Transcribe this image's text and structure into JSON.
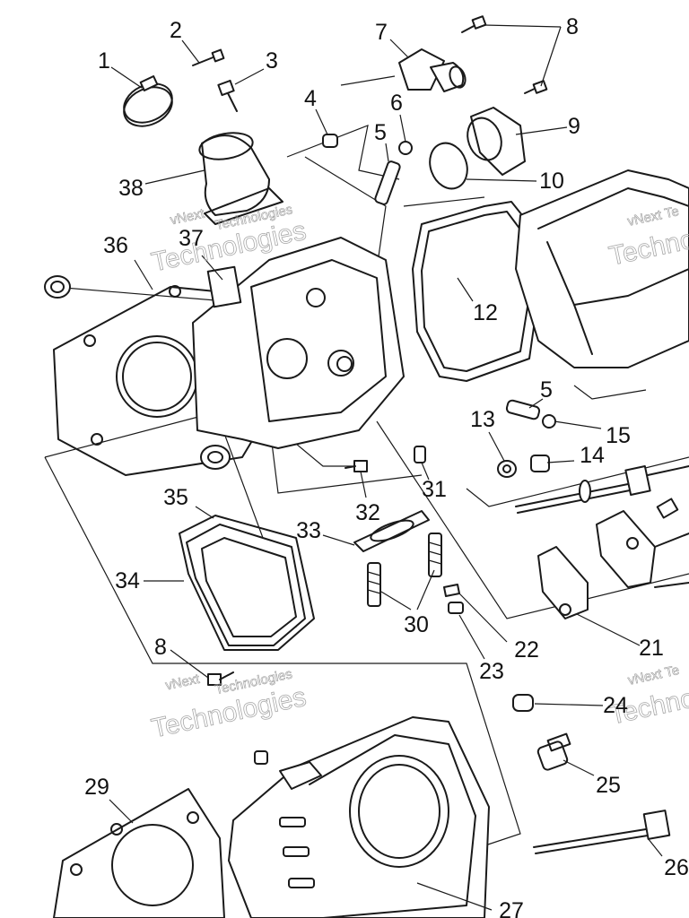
{
  "watermark": {
    "line1": "vNext",
    "line2": "Technologies",
    "brand_short": "vNext Te",
    "brand_tail": "Technol"
  },
  "callouts": [
    "1",
    "2",
    "3",
    "4",
    "5",
    "6",
    "7",
    "8",
    "9",
    "10",
    "12",
    "36",
    "37",
    "38",
    "5",
    "13",
    "15",
    "14",
    "31",
    "32",
    "35",
    "33",
    "34",
    "30",
    "8",
    "22",
    "23",
    "21",
    "24",
    "25",
    "29",
    "26",
    "27"
  ]
}
